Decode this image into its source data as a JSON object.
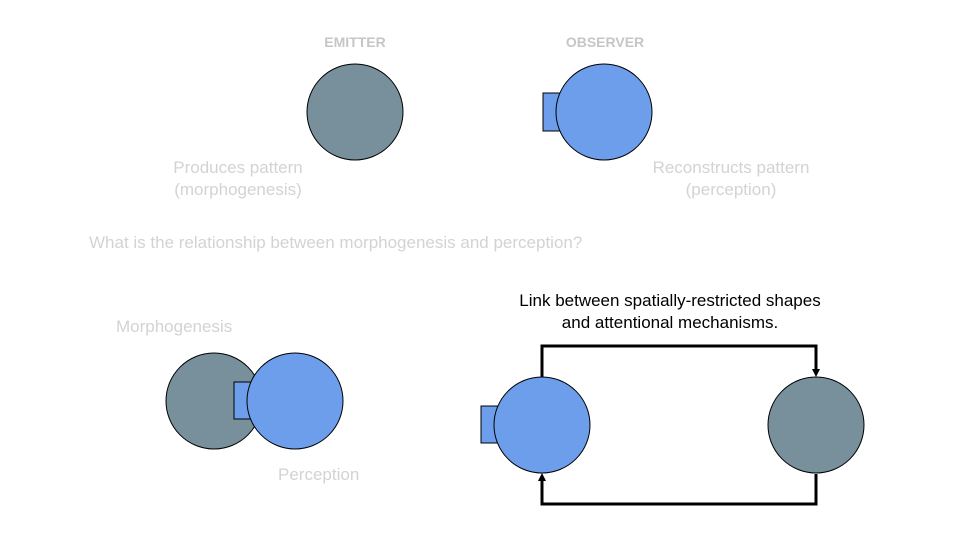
{
  "labels": {
    "emitter": "EMITTER",
    "observer": "OBSERVER",
    "produces_line1": "Produces pattern",
    "produces_line2": "(morphogenesis)",
    "reconstructs_line1": "Reconstructs pattern",
    "reconstructs_line2": "(perception)",
    "question": "What is the relationship between morphogenesis and perception?",
    "morphogenesis": "Morphogenesis",
    "perception": "Perception",
    "link_line1": "Link between spatially-restricted shapes",
    "link_line2": "and attentional mechanisms."
  },
  "colors": {
    "emitter_fill": "#78909c",
    "observer_fill": "#6d9eeb",
    "outline": "#000000",
    "faded_text": "#d3d3d3",
    "heading_text": "#c6c6c6"
  },
  "icons": {
    "emitter": "gray-circle",
    "observer": "blue-circle-with-square-receptor",
    "loop": "feedback-arrows"
  }
}
